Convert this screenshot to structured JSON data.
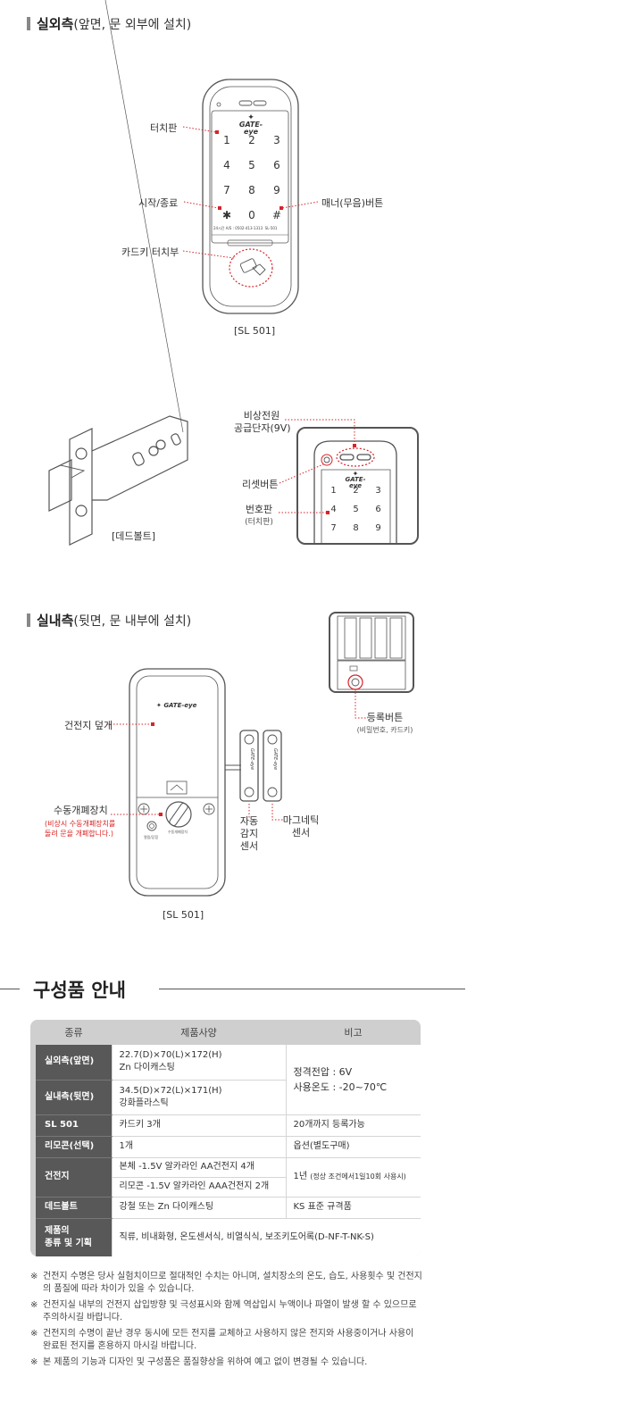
{
  "outdoor_section": {
    "title_bold": "실외측",
    "title_rest": "(앞면, 문 외부에 설치)"
  },
  "outdoor_labels": {
    "touchpad": "터치판",
    "start_end": "시작/종료",
    "card_touch": "카드키 터치부",
    "manner_button": "매너(무음)버튼"
  },
  "keypad": {
    "brand": "GATE-eye",
    "keys": [
      "1",
      "2",
      "3",
      "4",
      "5",
      "6",
      "7",
      "8",
      "9",
      "✱",
      "0",
      "#"
    ],
    "service_line": "24시간 A/S : 0502-413-1313",
    "model_mark": "SL-501"
  },
  "outdoor_caption": "[SL 501]",
  "deadbolt_caption": "[데드볼트]",
  "detail_labels": {
    "emergency_power_line1": "비상전원",
    "emergency_power_line2": "공급단자(9V)",
    "reset_button": "리셋버튼",
    "number_pad_line1": "번호판",
    "number_pad_line2": "(터치판)"
  },
  "detail_keypad": {
    "brand": "GATE-eye",
    "keys": [
      "1",
      "2",
      "3",
      "4",
      "5",
      "6",
      "7",
      "8",
      "9"
    ]
  },
  "indoor_section": {
    "title_bold": "실내측",
    "title_rest": "(뒷면, 문 내부에 설치)"
  },
  "indoor_labels": {
    "battery_cover": "건전지 덮개",
    "manual_lock": "수동개폐장치",
    "manual_note_line1": "(비상시 수동개폐장치를",
    "manual_note_line2": "돌려 문을 개폐합니다.)",
    "register_button": "등록버튼",
    "register_note": "(비밀번호, 카드키)",
    "auto_sensor": [
      "자동",
      "감지",
      "센서"
    ],
    "magnetic_sensor_line1": "마그네틱",
    "magnetic_sensor_line2": "센서",
    "brand": "GATE-eye",
    "sensor_brand": "GATE-eye",
    "small_left": "열림/닫힘",
    "small_right": "수동개폐장치"
  },
  "indoor_caption": "[SL 501]",
  "components": {
    "title": "구성품 안내",
    "headers": [
      "종류",
      "제품사양",
      "비고"
    ],
    "rows": {
      "outdoor": {
        "cat": "실외측(앞면)",
        "spec1": "22.7(D)×70(L)×172(H)",
        "spec2": "Zn 다이캐스팅"
      },
      "indoor": {
        "cat": "실내측(뒷면)",
        "spec1": "34.5(D)×72(L)×171(H)",
        "spec2": "강화플라스틱"
      },
      "oi_note1": "정격전압 : 6V",
      "oi_note2": "사용온도 : -20~70℃",
      "sl501": {
        "cat": "SL 501",
        "spec": "카드키 3개",
        "note": "20개까지 등록가능"
      },
      "remote": {
        "cat": "리모콘(선택)",
        "spec": "1개",
        "note": "옵션(별도구매)"
      },
      "battery": {
        "cat": "건전지",
        "spec1": "본체 -1.5V 알카라인 AA건전지 4개",
        "spec2": "리모콘 -1.5V 알카라인 AAA건전지 2개",
        "note_main": "1년",
        "note_small": "(정상 조건에서1일10회 사용시)"
      },
      "deadbolt": {
        "cat": "데드볼트",
        "spec": "강철 또는 Zn 다이캐스팅",
        "note": "KS 표준 규격품"
      },
      "types": {
        "cat_line1": "제품의",
        "cat_line2": "종류 및 기획",
        "spec": "직류, 비내화형, 온도센서식, 비열식식, 보조키도어록(D-NF-T-NK-S)"
      }
    }
  },
  "notes": {
    "mark": "※",
    "items": [
      "건전지 수명은 당사 실험치이므로 절대적인 수치는 아니며, 설치장소의 온도, 습도, 사용횟수 및 건전지의 품질에 따라 차이가 있을 수 있습니다.",
      "건전지실 내부의 건전지 삽입방향 및 극성표시와 함께 역삽입시 누액이나 파열이 발생 할 수 있으므로 주의하시길 바랍니다.",
      "건전지의 수명이 끝난 경우 동시에 모든 전지를 교체하고 사용하지 않은 전지와 사용중이거나 사용이 완료된 전지를 혼용하지 마시길 바랍니다.",
      "본 제품의 기능과 디자인 및 구성품은 품질향상을 위하여 예고 없이 변경될 수 있습니다."
    ]
  },
  "colors": {
    "accent_red": "#d8232a",
    "dark_cell": "#585858",
    "outline": "#555555"
  }
}
